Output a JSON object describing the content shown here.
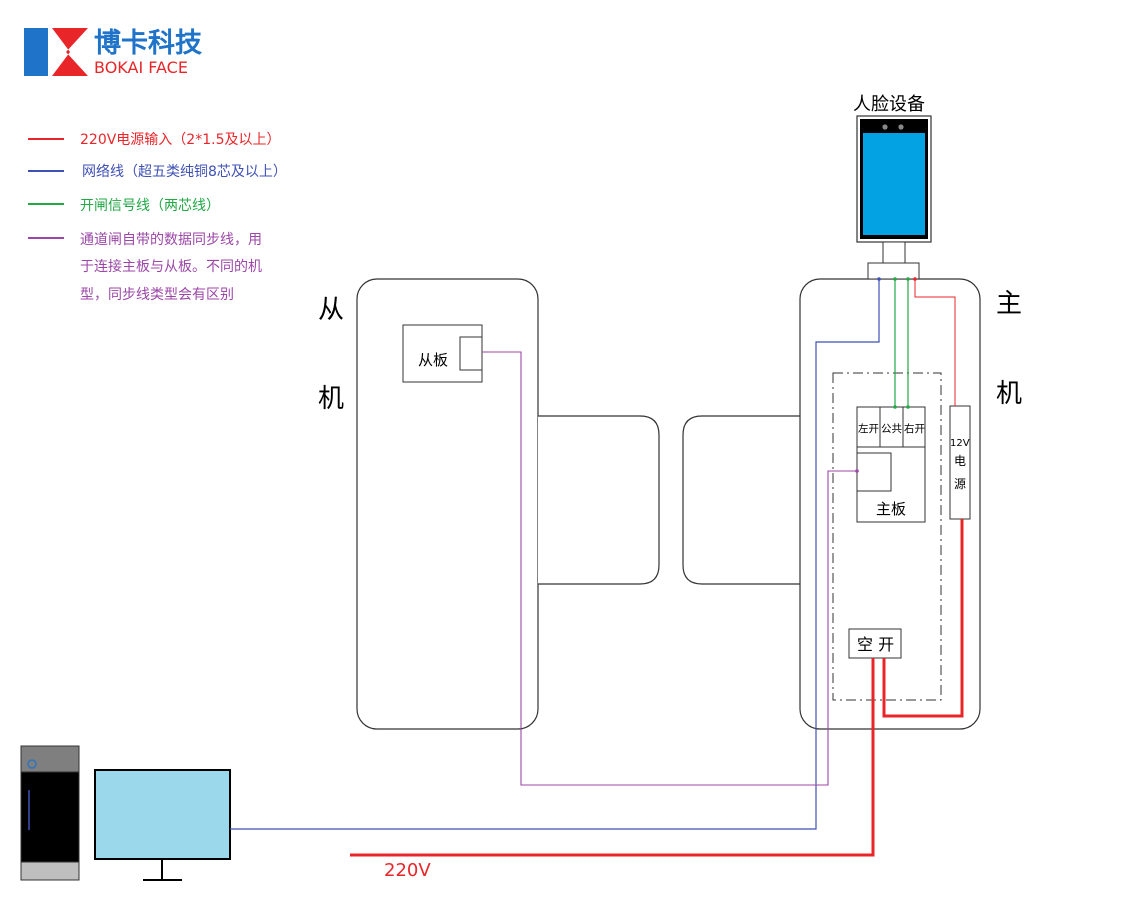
{
  "logo": {
    "name_cn": "博卡科技",
    "name_en": "BOKAI FACE",
    "colors": {
      "blue": "#1f73c8",
      "red": "#e8262a"
    }
  },
  "legend": [
    {
      "color": "#e8262a",
      "lines": [
        "220V电源输入（2*1.5及以上）"
      ]
    },
    {
      "color": "#3f51b5",
      "lines": [
        "网络线（超五类纯铜8芯及以上）"
      ]
    },
    {
      "color": "#22a845",
      "lines": [
        "开闸信号线（两芯线）"
      ]
    },
    {
      "color": "#9c47a8",
      "lines": [
        "通道闸自带的数据同步线，用",
        "于连接主板与从板。不同的机",
        "型，同步线类型会有区别"
      ]
    }
  ],
  "labels": {
    "face_device": "人脸设备",
    "slave_1": "从",
    "slave_2": "机",
    "master_1": "主",
    "master_2": "机",
    "slave_board": "从板",
    "main_board": "主板",
    "terminal_left": "左开",
    "terminal_common": "公共",
    "terminal_right": "右开",
    "psu_1": "12V",
    "psu_2": "电",
    "psu_3": "源",
    "breaker": "空 开",
    "mains": "220V"
  },
  "colors": {
    "power": "#e8262a",
    "network": "#3f51b5",
    "signal": "#22a845",
    "sync": "#9c47a8",
    "screen": "#03a2e2",
    "monitor_screen": "#9bd8ec",
    "outline": "#333333"
  }
}
